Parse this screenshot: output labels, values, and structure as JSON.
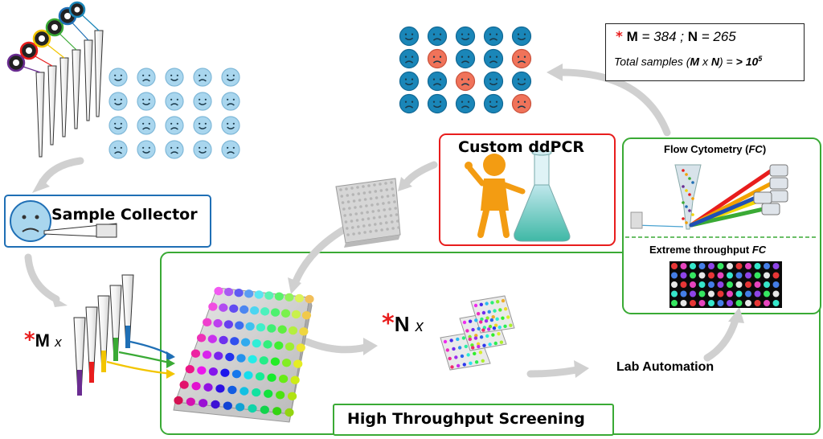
{
  "formula_box": {
    "star": "*",
    "m_var": "M",
    "m_value": "= 384 ;",
    "n_var": "N",
    "n_value": "= 265",
    "total_label": "Total samples (",
    "total_m": "M",
    "total_x": "x",
    "total_n": "N",
    "total_eq": ") =",
    "total_value": "> 10",
    "total_exp": "5"
  },
  "sample_collector": {
    "label": "Sample Collector"
  },
  "custom_ddpcr": {
    "label": "Custom ddPCR"
  },
  "flow_cytometry": {
    "label": "Flow Cytometry (",
    "abbr": "FC",
    "close": ")"
  },
  "extreme_throughput": {
    "label": "Extreme throughput",
    "abbr": "FC"
  },
  "m_multiplier": {
    "star": "*",
    "var": "M",
    "x": "x"
  },
  "n_multiplier": {
    "star": "*",
    "var": "N",
    "x": "x"
  },
  "lab_automation": {
    "label": "Lab Automation"
  },
  "hts": {
    "label": "High Throughput Screening"
  },
  "colors": {
    "red_accent": "#e81d1d",
    "green_box": "#3aaa35",
    "blue_box": "#1f6fb5",
    "face_light": "#a9d6ee",
    "face_dark": "#1a86b8",
    "face_orange": "#f0735a",
    "arrow_gray": "#cfcfcf"
  },
  "top_faces": {
    "rows": [
      [
        "happy",
        "sad",
        "happy",
        "sad",
        "happy"
      ],
      [
        "sad",
        "orange",
        "sad",
        "sad",
        "orange"
      ],
      [
        "happy",
        "sad",
        "orange",
        "happy",
        "happy"
      ],
      [
        "sad",
        "happy",
        "sad",
        "happy",
        "orange"
      ]
    ]
  },
  "left_faces": {
    "rows": [
      [
        "happy",
        "sad",
        "happy",
        "sad",
        "happy"
      ],
      [
        "happy",
        "happy",
        "sad",
        "happy",
        "sad"
      ],
      [
        "happy",
        "sad",
        "sad",
        "happy",
        "happy"
      ],
      [
        "sad",
        "happy",
        "sad",
        "happy",
        "sad"
      ]
    ]
  }
}
